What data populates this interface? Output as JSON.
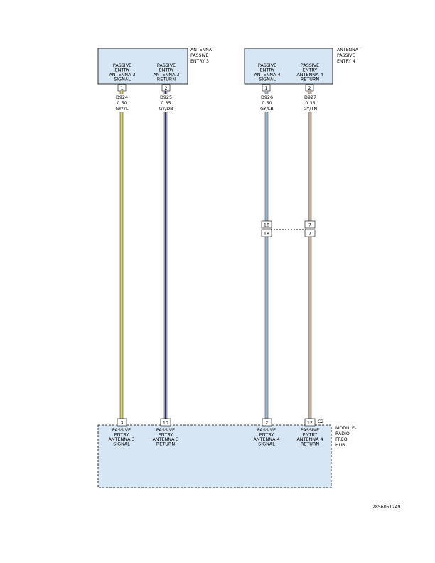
{
  "connectors": {
    "antenna3": {
      "name_lines": [
        "ANTENNA-",
        "PASSIVE",
        "ENTRY 3"
      ],
      "pins": [
        {
          "number": "1",
          "label_lines": [
            "PASSIVE",
            "ENTRY",
            "ANTENNA 3",
            "SIGNAL"
          ]
        },
        {
          "number": "2",
          "label_lines": [
            "PASSIVE",
            "ENTRY",
            "ANTENNA 3",
            "RETURN"
          ]
        }
      ]
    },
    "antenna4": {
      "name_lines": [
        "ANTENNA-",
        "PASSIVE",
        "ENTRY 4"
      ],
      "pins": [
        {
          "number": "1",
          "label_lines": [
            "PASSIVE",
            "ENTRY",
            "ANTENNA 4",
            "SIGNAL"
          ]
        },
        {
          "number": "2",
          "label_lines": [
            "PASSIVE",
            "ENTRY",
            "ANTENNA 4",
            "RETURN"
          ]
        }
      ]
    },
    "module": {
      "name_lines": [
        "MODULE-",
        "RADIO-",
        "FREQ",
        "HUB"
      ],
      "connector_id": "C2",
      "pins": [
        {
          "number": "3",
          "label_lines": [
            "PASSIVE",
            "ENTRY",
            "ANTENNA 3",
            "SIGNAL"
          ]
        },
        {
          "number": "13",
          "label_lines": [
            "PASSIVE",
            "ENTRY",
            "ANTENNA 3",
            "RETURN"
          ]
        },
        {
          "number": "2",
          "label_lines": [
            "PASSIVE",
            "ENTRY",
            "ANTENNA 4",
            "SIGNAL"
          ]
        },
        {
          "number": "12",
          "label_lines": [
            "PASSIVE",
            "ENTRY",
            "ANTENNA 4",
            "RETURN"
          ]
        }
      ]
    }
  },
  "wires": [
    {
      "circuit": "D924",
      "gauge": "0.50",
      "color_code": "GY/YL",
      "base_color": "#9a9a9a",
      "stripe_color": "#e6df1e"
    },
    {
      "circuit": "D925",
      "gauge": "0.35",
      "color_code": "GY/DB",
      "base_color": "#9a9a9a",
      "stripe_color": "#2a2a7a"
    },
    {
      "circuit": "D926",
      "gauge": "0.50",
      "color_code": "GY/LB",
      "base_color": "#9a9a9a",
      "stripe_color": "#8fb8d8"
    },
    {
      "circuit": "D927",
      "gauge": "0.35",
      "color_code": "GY/TN",
      "base_color": "#9a9a9a",
      "stripe_color": "#c8ac8a"
    }
  ],
  "inline_connector": {
    "pins": [
      "18",
      "7"
    ]
  },
  "diagram_id": "2856051249",
  "colors": {
    "component_fill": "#d6e6f5",
    "outline": "#000000"
  }
}
